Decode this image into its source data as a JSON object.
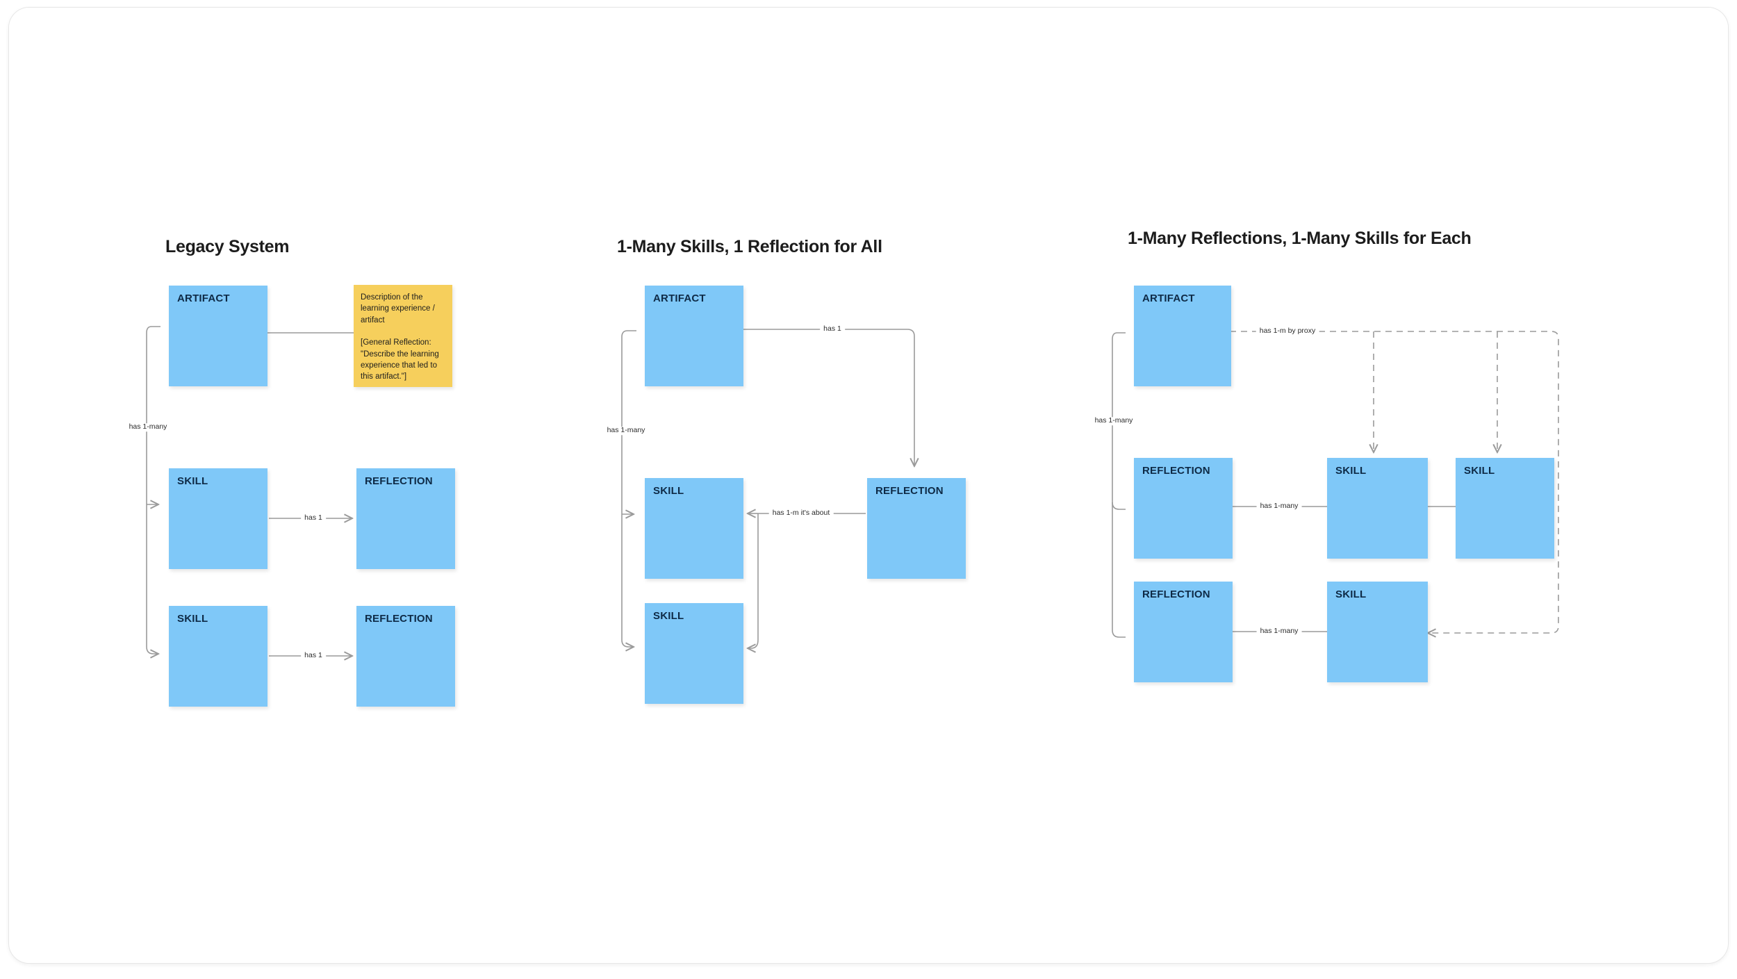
{
  "canvas": {
    "background": "#ffffff",
    "node_blue": "#7FC8F8",
    "node_yellow": "#F6CF5C",
    "edge_color": "#9a9a9a",
    "label_color": "#0E2A46"
  },
  "columns": [
    {
      "id": "legacy",
      "title": "Legacy System",
      "nodes": [
        {
          "id": "c1-artifact",
          "label": "ARTIFACT",
          "type": "blue"
        },
        {
          "id": "c1-note",
          "type": "yellow",
          "text": "Description of the learning experience / artifact\n\n[General Reflection: \"Describe the learning experience that led to this artifact.\"]"
        },
        {
          "id": "c1-skill-1",
          "label": "SKILL",
          "type": "blue"
        },
        {
          "id": "c1-reflection-1",
          "label": "REFLECTION",
          "type": "blue"
        },
        {
          "id": "c1-skill-2",
          "label": "SKILL",
          "type": "blue"
        },
        {
          "id": "c1-reflection-2",
          "label": "REFLECTION",
          "type": "blue"
        }
      ],
      "edge_labels": [
        {
          "id": "c1-edge-artifact-skills",
          "text": "has 1-many"
        },
        {
          "id": "c1-edge-skill1-reflection1",
          "text": "has 1"
        },
        {
          "id": "c1-edge-skill2-reflection2",
          "text": "has 1"
        }
      ]
    },
    {
      "id": "one-reflection",
      "title": "1-Many Skills, 1 Reflection for All",
      "nodes": [
        {
          "id": "c2-artifact",
          "label": "ARTIFACT",
          "type": "blue"
        },
        {
          "id": "c2-skill-1",
          "label": "SKILL",
          "type": "blue"
        },
        {
          "id": "c2-skill-2",
          "label": "SKILL",
          "type": "blue"
        },
        {
          "id": "c2-reflection",
          "label": "REFLECTION",
          "type": "blue"
        }
      ],
      "edge_labels": [
        {
          "id": "c2-edge-artifact-reflection",
          "text": "has 1"
        },
        {
          "id": "c2-edge-artifact-skills",
          "text": "has 1-many"
        },
        {
          "id": "c2-edge-reflection-skills",
          "text": "has 1-m it's about"
        }
      ]
    },
    {
      "id": "many-reflections",
      "title": "1-Many Reflections, 1-Many Skills for Each",
      "nodes": [
        {
          "id": "c3-artifact",
          "label": "ARTIFACT",
          "type": "blue"
        },
        {
          "id": "c3-reflection-1",
          "label": "REFLECTION",
          "type": "blue"
        },
        {
          "id": "c3-skill-1",
          "label": "SKILL",
          "type": "blue"
        },
        {
          "id": "c3-skill-2",
          "label": "SKILL",
          "type": "blue"
        },
        {
          "id": "c3-reflection-2",
          "label": "REFLECTION",
          "type": "blue"
        },
        {
          "id": "c3-skill-3",
          "label": "SKILL",
          "type": "blue"
        }
      ],
      "edge_labels": [
        {
          "id": "c3-edge-proxy",
          "text": "has 1-m by proxy"
        },
        {
          "id": "c3-edge-artifact-reflections",
          "text": "has 1-many"
        },
        {
          "id": "c3-edge-reflection1-skill1",
          "text": "has 1-many"
        },
        {
          "id": "c3-edge-reflection2-skill3",
          "text": "has 1-many"
        }
      ]
    }
  ]
}
